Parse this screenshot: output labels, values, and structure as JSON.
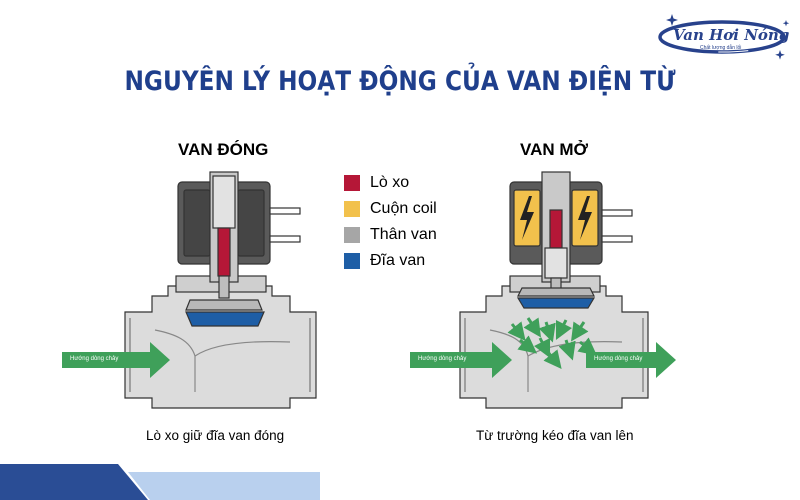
{
  "colors": {
    "title": "#1f3f8c",
    "spring": "#b51737",
    "coil": "#f2c14c",
    "body": "#a6a6a6",
    "disc": "#1e5ea6",
    "flow_arrow": "#3fa05a",
    "stripe_dark": "#2a4d95",
    "stripe_light": "#b9d0ee",
    "logo": "#28428c"
  },
  "logo": {
    "name": "Van Hơi Nóng",
    "slogan": "Chất lượng dẫn lối"
  },
  "title": "NGUYÊN LÝ HOẠT ĐỘNG CỦA VAN ĐIỆN TỪ",
  "closed": {
    "heading": "VAN ĐÓNG",
    "flow_label": "Hướng dòng chảy",
    "caption": "Lò xo giữ đĩa van đóng"
  },
  "open": {
    "heading": "VAN MỞ",
    "flow_label_in": "Hướng dòng chảy",
    "flow_label_out": "Hướng dòng chảy",
    "caption": "Từ trường kéo đĩa van lên"
  },
  "legend": [
    {
      "label": "Lò xo",
      "color": "#b51737",
      "icon": "spring-swatch"
    },
    {
      "label": "Cuộn coil",
      "color": "#f2c14c",
      "icon": "coil-swatch"
    },
    {
      "label": "Thân van",
      "color": "#a6a6a6",
      "icon": "body-swatch"
    },
    {
      "label": "Đĩa van",
      "color": "#1e5ea6",
      "icon": "disc-swatch"
    }
  ]
}
